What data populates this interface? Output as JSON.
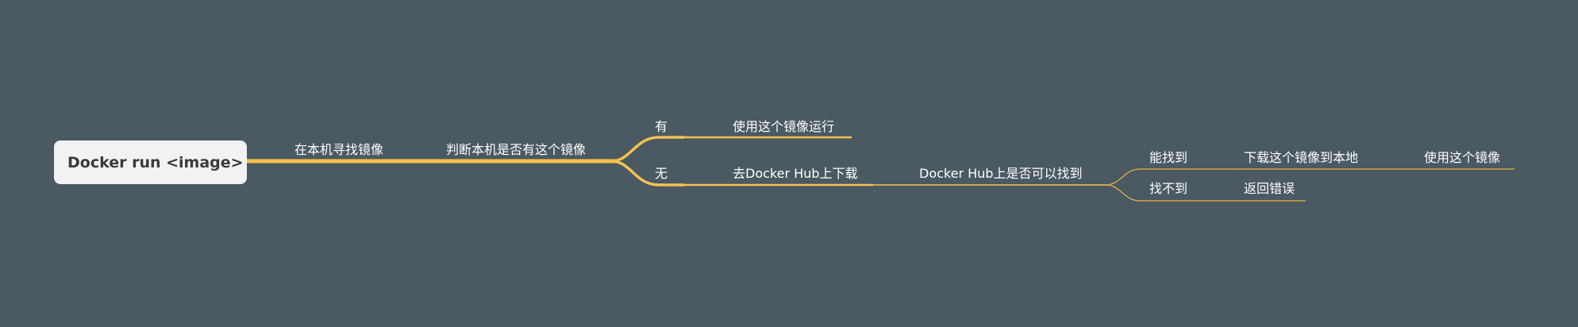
{
  "mindmap": {
    "root": "Docker run <image>",
    "n1": "在本机寻找镜像",
    "n2": "判断本机是否有这个镜像",
    "yes": "有",
    "yes_child": "使用这个镜像运行",
    "no": "无",
    "no_child": "去Docker Hub上下载",
    "no_grandchild": "Docker Hub上是否可以找到",
    "found": "能找到",
    "found_child": "下载这个镜像到本地",
    "found_grandchild": "使用这个镜像",
    "not_found": "找不到",
    "not_found_child": "返回错误"
  },
  "colors": {
    "background": "#4a5962",
    "branch": "#f5c24f",
    "branch_thin": "#e6b546",
    "text": "#ffffff",
    "root_fill": "#f2f2f2",
    "root_text": "#3a3a3a"
  }
}
